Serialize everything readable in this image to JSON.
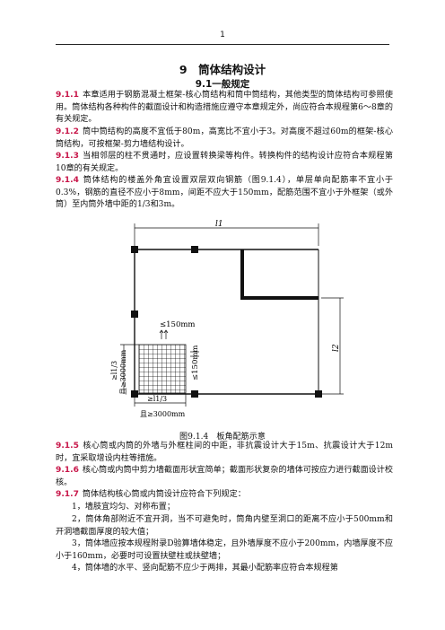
{
  "header": {
    "page_number": "1"
  },
  "chapter_title": "9　筒体结构设计",
  "section_title": "9.1一般规定",
  "clauses": [
    {
      "num": "9.1.1",
      "text": "本章适用于钢筋混凝土框架-核心筒结构和筒中筒结构，其他类型的筒体结构可参照使用。筒体结构各种构件的截面设计和构造措施应遵守本章规定外，尚应符合本规程第6～8章的有关规定。"
    },
    {
      "num": "9.1.2",
      "text": "筒中筒结构的高度不宜低于80m，高宽比不宜小于3。对高度不超过60m的框架-核心筒结构，可按框架-剪力墙结构设计。"
    },
    {
      "num": "9.1.3",
      "text": "当相邻层的柱不贯通时，应设置转换梁等构件。转换构件的结构设计应符合本规程第10章的有关规定。"
    },
    {
      "num": "9.1.4",
      "text": "筒体结构的楼盖外角宜设置双层双向钢筋（图9.1.4），单层单向配筋率不宜小于0.3%，钢筋的直径不应小于8mm，间距不应大于150mm，配筋范围不宜小于外框架（或外筒）至内筒外墙中距的1/3和3m。"
    }
  ],
  "figure": {
    "label_l1_top": "l1",
    "label_l2_right": "l2",
    "spacing_h": "≤150mm",
    "spacing_v": "≤150mm",
    "range_left_line1": "≥l1/3",
    "range_left_line2": "且≥3000mm",
    "range_bottom_line1": "≥l1/3",
    "range_bottom_line2": "且≥3000mm",
    "caption": "图9.1.4　板角配筋示意"
  },
  "clauses_after": [
    {
      "num": "9.1.5",
      "text": "核心筒或内筒的外墙与外框柱间的中距，非抗震设计大于15m、抗震设计大于12m时，宜采取增设内柱等措施。"
    },
    {
      "num": "9.1.6",
      "text": "核心筒或内筒中剪力墙截面形状宜简单；截面形状复杂的墙体可按应力进行截面设计校核。"
    },
    {
      "num": "9.1.7",
      "text": "筒体结构核心筒或内筒设计应符合下列规定："
    }
  ],
  "items": [
    "1，墙肢宜均匀、对称布置；",
    "2，筒体角部附近不宜开洞，当不可避免时，筒角内壁至洞口的距离不应小于500mm和开洞墙截面厚度的较大值；",
    "3，筒体墙应按本规程附录D验算墙体稳定，且外墙厚度不应小于200mm，内墙厚度不应小于160mm，必要时可设置扶壁柱或扶壁墙；",
    "4，筒体墙的水平、竖向配筋不应少于两排，其最小配筋率应符合本规程第"
  ]
}
